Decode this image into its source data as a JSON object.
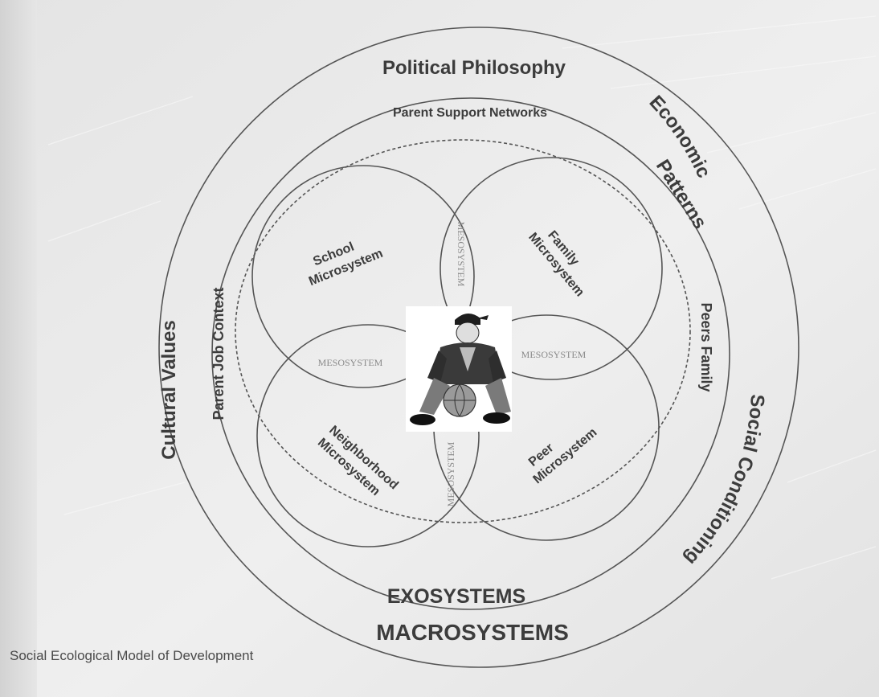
{
  "diagram": {
    "macro_labels": {
      "top": "Political Philosophy",
      "left": "Cultural Values",
      "right_upper_line1": "Economic",
      "right_upper_line2": "Patterns",
      "right_lower": "Social Conditioning",
      "bottom": "MACROSYSTEMS"
    },
    "exo_labels": {
      "top": "Parent Support Networks",
      "left": "Parent Job Context",
      "right": "Peers Family",
      "bottom": "EXOSYSTEMS"
    },
    "microsystems": {
      "school_line1": "School",
      "school_line2": "Microsystem",
      "family_line1": "Family",
      "family_line2": "Microsystem",
      "neighborhood_line1": "Neighborhood",
      "neighborhood_line2": "Microsystem",
      "peer_line1": "Peer",
      "peer_line2": "Microsystem"
    },
    "mesosystem_label": "MESOSYSTEM",
    "center_figure": "child-with-basketball"
  },
  "caption": "Social Ecological Model of Development"
}
